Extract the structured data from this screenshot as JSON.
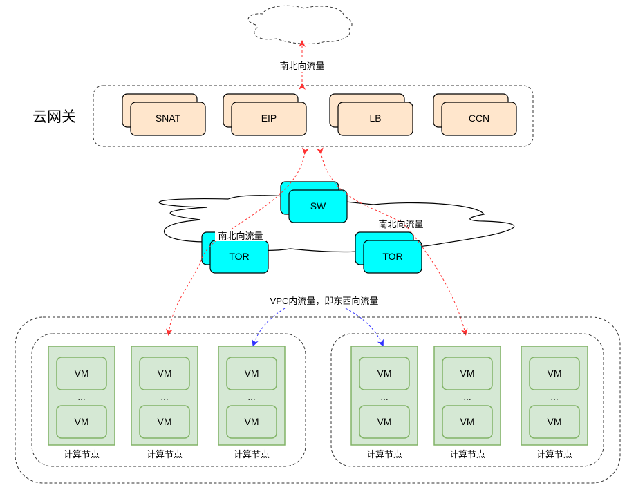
{
  "gateway": {
    "title": "云网关",
    "services": [
      "SNAT",
      "EIP",
      "LB",
      "CCN"
    ]
  },
  "labels": {
    "north_south": "南北向流量",
    "east_west": "VPC内流量，即东西向流量"
  },
  "network": {
    "switch": "SW",
    "tor_left": "TOR",
    "tor_right": "TOR"
  },
  "compute": {
    "node_label": "计算节点",
    "vm_label": "VM",
    "ellipsis": "…"
  },
  "colors": {
    "gateway_fill": "#ffe6cc",
    "switch_fill": "#00ffff",
    "node_fill": "#d5e8d4",
    "node_stroke": "#82b366",
    "north_south_arrow": "#ff3333",
    "east_west_arrow": "#3333ff"
  }
}
